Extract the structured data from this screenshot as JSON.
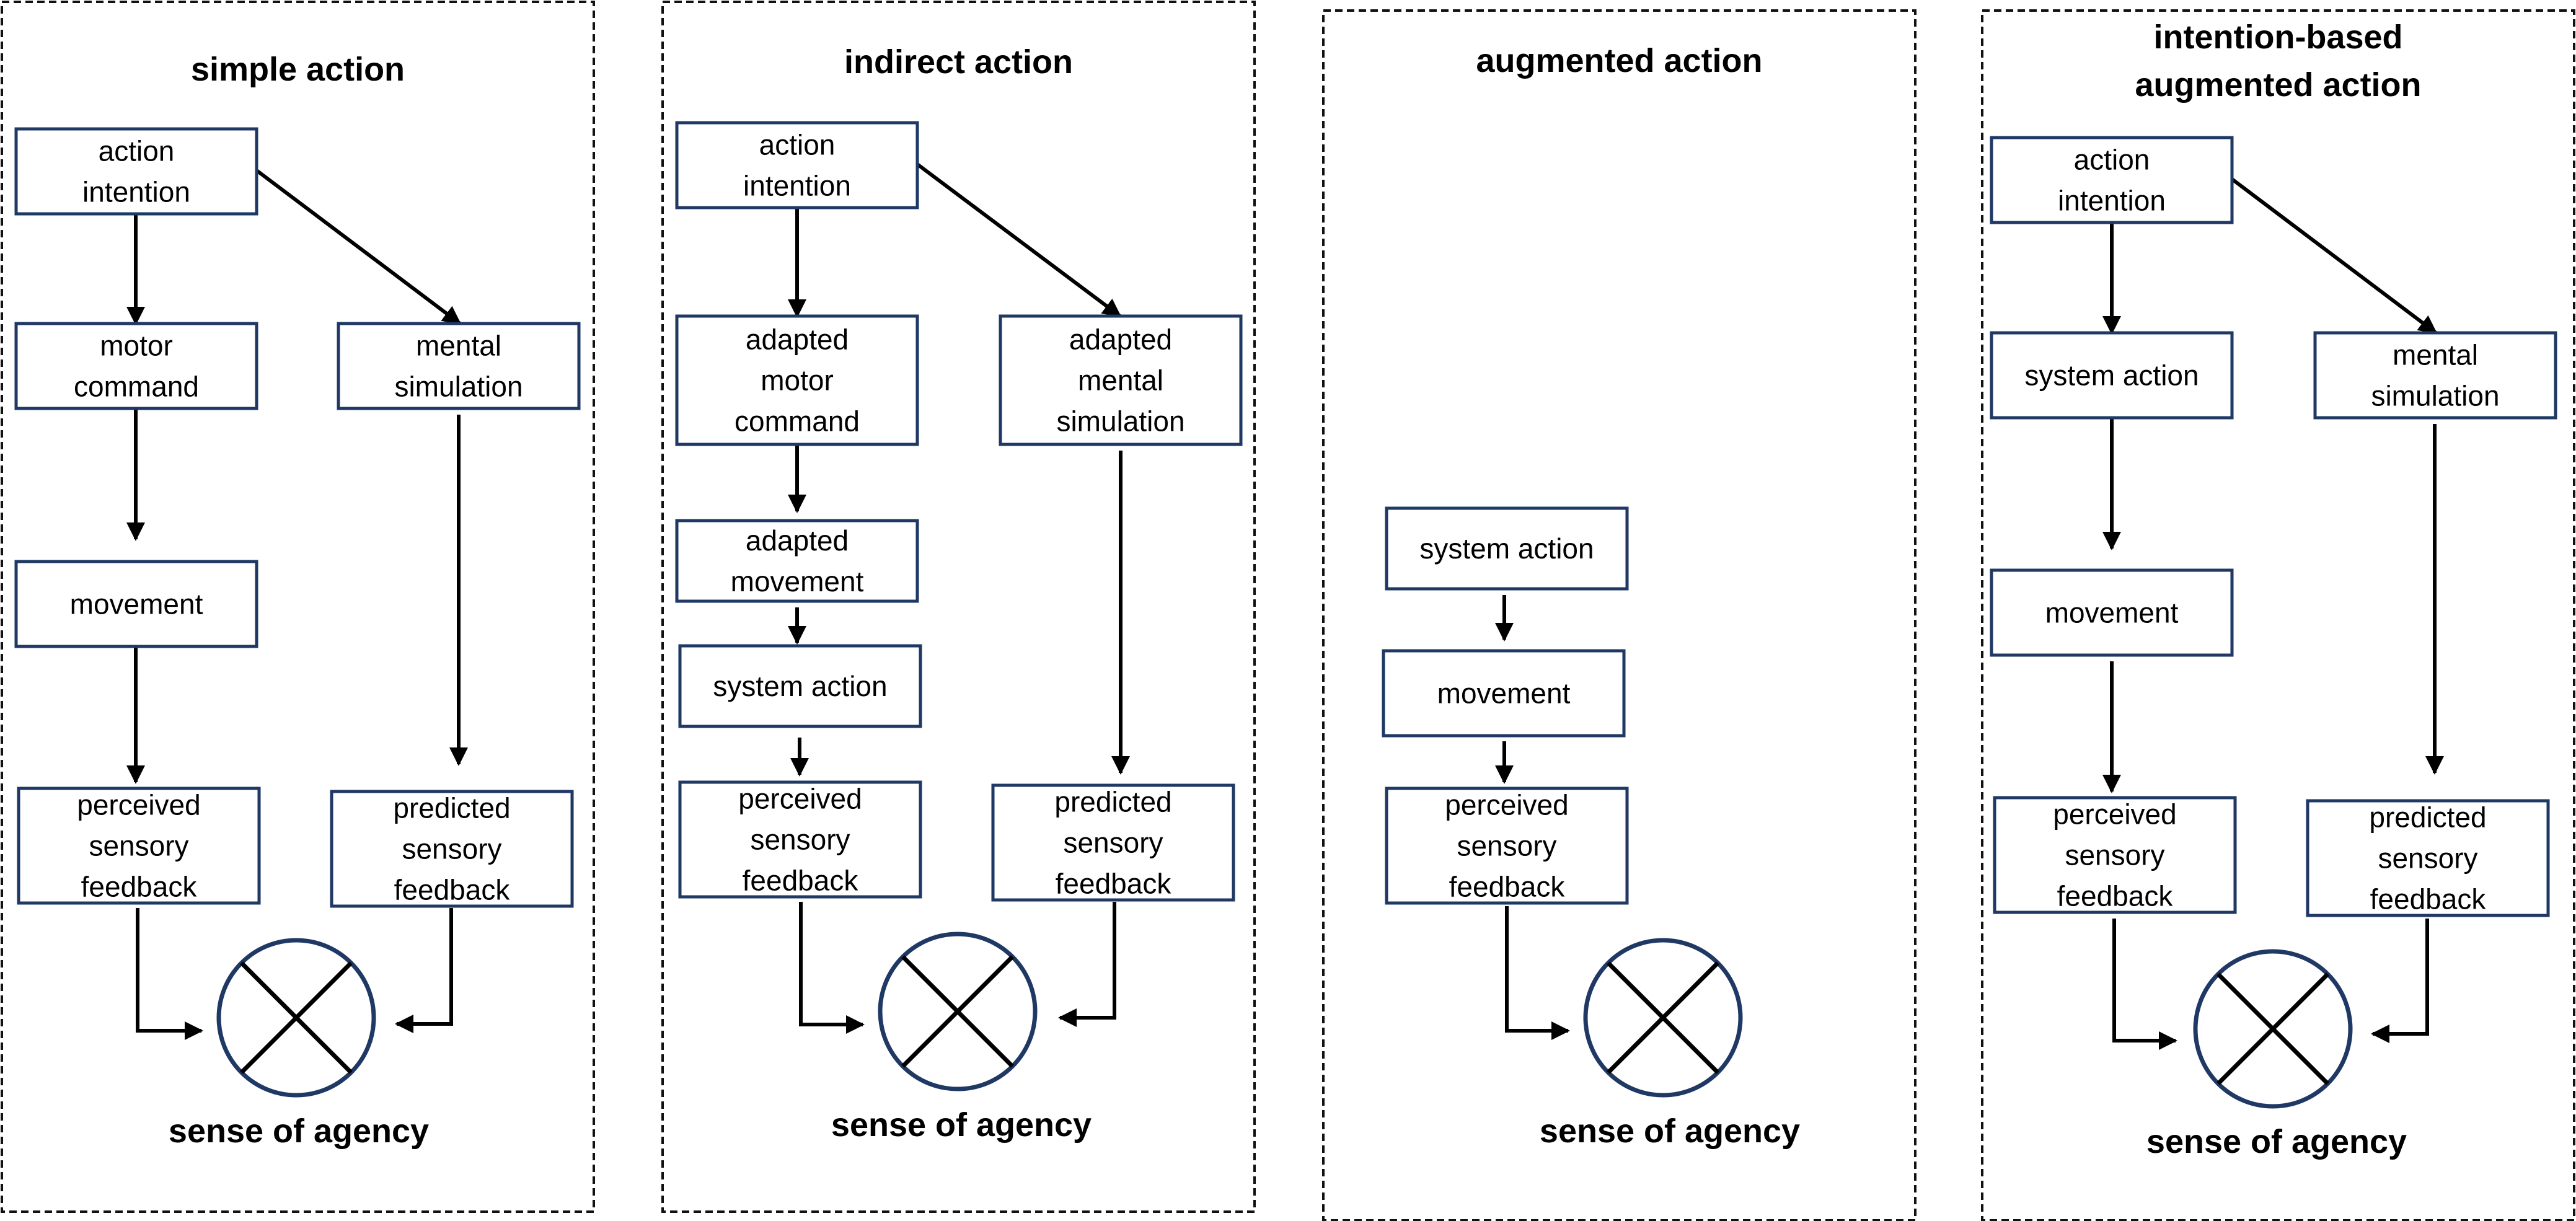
{
  "colors": {
    "box_border": "#1f3864",
    "arrow": "#000000",
    "panel_border": "#111111",
    "background": "#ffffff"
  },
  "panels": [
    {
      "title": [
        "simple action"
      ],
      "outcome_label": "sense of agency",
      "nodes": [
        {
          "id": "intention",
          "lines": [
            "action",
            "intention"
          ]
        },
        {
          "id": "motor",
          "lines": [
            "motor",
            "command"
          ]
        },
        {
          "id": "simulation",
          "lines": [
            "mental",
            "simulation"
          ]
        },
        {
          "id": "movement",
          "lines": [
            "movement"
          ]
        },
        {
          "id": "perceived",
          "lines": [
            "perceived",
            "sensory",
            "feedback"
          ]
        },
        {
          "id": "predicted",
          "lines": [
            "predicted",
            "sensory",
            "feedback"
          ]
        }
      ]
    },
    {
      "title": [
        "indirect action"
      ],
      "outcome_label": "sense of agency",
      "nodes": [
        {
          "id": "intention",
          "lines": [
            "action",
            "intention"
          ]
        },
        {
          "id": "motor",
          "lines": [
            "adapted",
            "motor",
            "command"
          ]
        },
        {
          "id": "simulation",
          "lines": [
            "adapted",
            "mental",
            "simulation"
          ]
        },
        {
          "id": "movement",
          "lines": [
            "adapted",
            "movement"
          ]
        },
        {
          "id": "system",
          "lines": [
            "system action"
          ]
        },
        {
          "id": "perceived",
          "lines": [
            "perceived",
            "sensory",
            "feedback"
          ]
        },
        {
          "id": "predicted",
          "lines": [
            "predicted",
            "sensory",
            "feedback"
          ]
        }
      ]
    },
    {
      "title": [
        "augmented action"
      ],
      "outcome_label": "sense of agency",
      "nodes": [
        {
          "id": "system",
          "lines": [
            "system action"
          ]
        },
        {
          "id": "movement",
          "lines": [
            "movement"
          ]
        },
        {
          "id": "perceived",
          "lines": [
            "perceived",
            "sensory",
            "feedback"
          ]
        }
      ]
    },
    {
      "title": [
        "intention-based",
        "augmented action"
      ],
      "outcome_label": "sense of agency",
      "nodes": [
        {
          "id": "intention",
          "lines": [
            "action",
            "intention"
          ]
        },
        {
          "id": "system",
          "lines": [
            "system action"
          ]
        },
        {
          "id": "simulation",
          "lines": [
            "mental",
            "simulation"
          ]
        },
        {
          "id": "movement",
          "lines": [
            "movement"
          ]
        },
        {
          "id": "perceived",
          "lines": [
            "perceived",
            "sensory",
            "feedback"
          ]
        },
        {
          "id": "predicted",
          "lines": [
            "predicted",
            "sensory",
            "feedback"
          ]
        }
      ]
    }
  ]
}
